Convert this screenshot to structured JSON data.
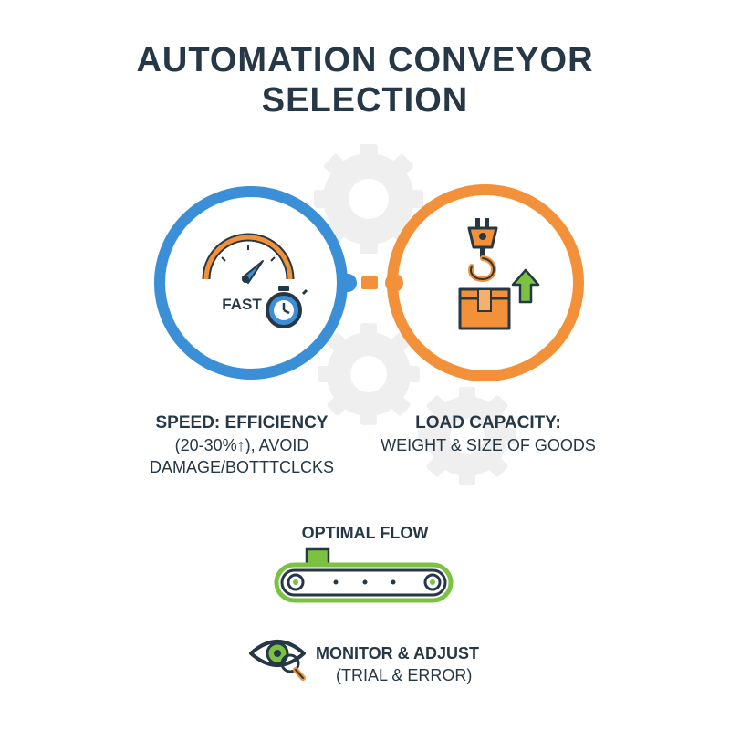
{
  "title": {
    "line1": "AUTOMATION CONVEYOR",
    "line2": "SELECTION"
  },
  "speed": {
    "icon_text": "FAST",
    "heading": "SPEED: EFFICIENCY",
    "line1": "(20-30%↑), AVOID",
    "line2": "DAMAGE/BOTTTCLCKS"
  },
  "load": {
    "heading": "LOAD CAPACITY:",
    "line1": "WEIGHT & SIZE OF GOODS"
  },
  "flow": {
    "heading": "OPTIMAL FLOW"
  },
  "monitor": {
    "heading": "MONITOR & ADJUST",
    "sub": "(TRIAL & ERROR)"
  },
  "colors": {
    "blue": "#3a8fd6",
    "orange": "#f29139",
    "green": "#7cc242",
    "dark": "#263746",
    "gear": "#efefef"
  },
  "icons": [
    "gear-icon",
    "speedometer-icon",
    "stopwatch-icon",
    "crane-hook-icon",
    "box-icon",
    "up-arrow-icon",
    "conveyor-belt-icon",
    "eye-icon",
    "magnifier-icon"
  ]
}
